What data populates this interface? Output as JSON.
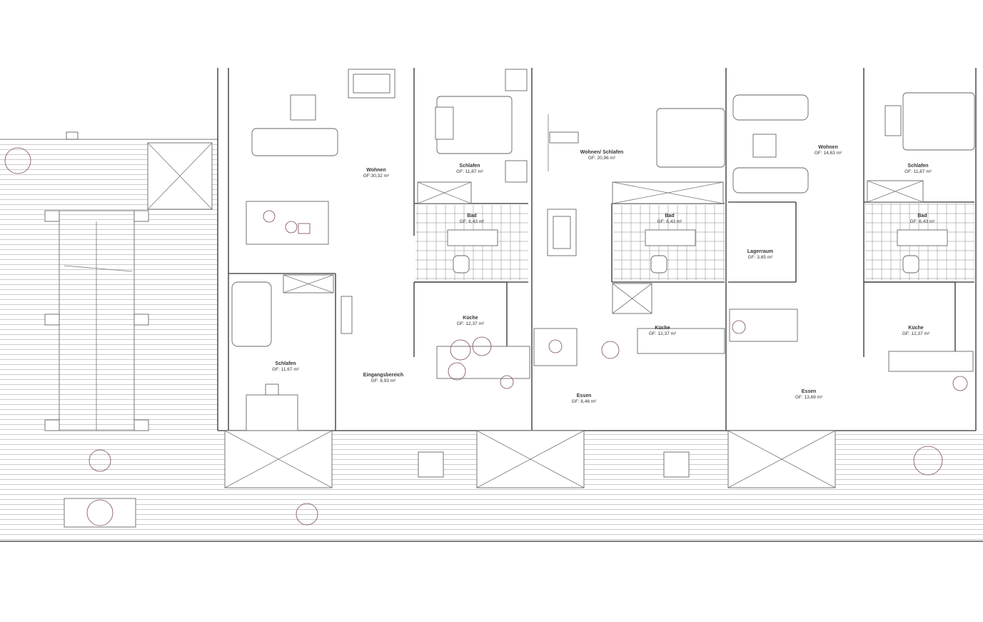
{
  "title": "Grundriss Erdgeschoss",
  "area_prefix": "GF:",
  "rooms": [
    {
      "name": "Wohnen",
      "area": "GF:30,32 m²"
    },
    {
      "name": "Schlafen",
      "area": "GF: 11,87 m²"
    },
    {
      "name": "Wohnen/ Schlafen",
      "area": "GF: 20,96 m²"
    },
    {
      "name": "Wohnen",
      "area": "GF: 14,63 m²"
    },
    {
      "name": "Schlafen",
      "area": "GF: 11,87 m²"
    },
    {
      "name": "Bad",
      "area": "GF: 6,43 m²"
    },
    {
      "name": "Bad",
      "area": "GF: 6,43 m²"
    },
    {
      "name": "Bad",
      "area": "GF: 6,43 m²"
    },
    {
      "name": "Lagerraum",
      "area": "GF: 3,65 m²"
    },
    {
      "name": "Küche",
      "area": "GF: 12,37 m²"
    },
    {
      "name": "Küche",
      "area": "GF: 12,37 m²"
    },
    {
      "name": "Küche",
      "area": "GF: 12,37 m²"
    },
    {
      "name": "Schlafen",
      "area": "GF: 11,67 m²"
    },
    {
      "name": "Eingangsbereich",
      "area": "GF: 8,93 m²"
    },
    {
      "name": "Essen",
      "area": "GF: 8,46 m²"
    },
    {
      "name": "Essen",
      "area": "GF: 13,69 m²"
    }
  ],
  "colors": {
    "walls": "#555555",
    "furniture_accent": "#7a4a55",
    "background": "#ffffff"
  }
}
